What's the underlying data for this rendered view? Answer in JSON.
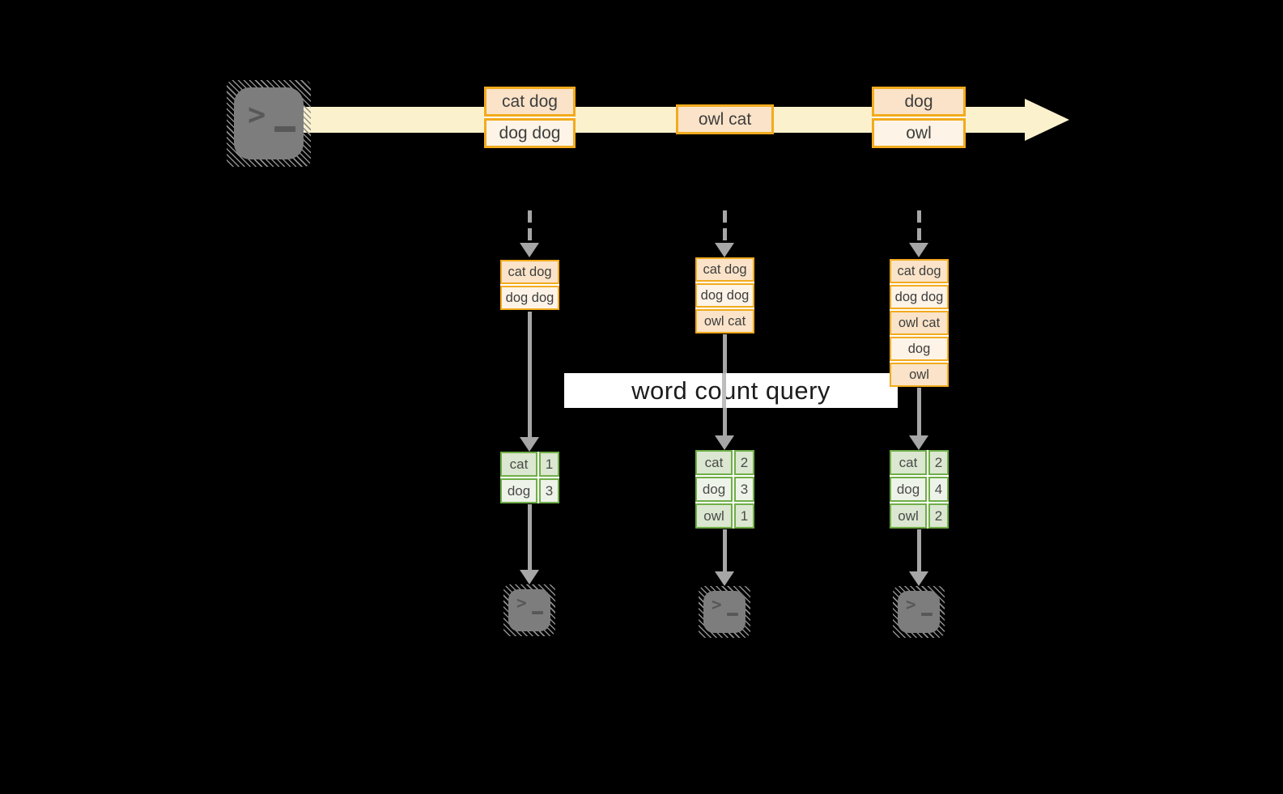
{
  "query_label": "word count query",
  "icons": {
    "terminal_prompt": ">"
  },
  "colors": {
    "accent_orange": "#f2ab1d",
    "accent_green": "#6fae47",
    "timeline_cream": "#fcf1cd",
    "arrow_grey": "#a6a6a6",
    "peach_dark": "#fae3c8",
    "peach_light": "#fdf3e6",
    "green_cell_dark": "#dbe7d0",
    "green_cell_light": "#eef3e9"
  },
  "timeline": {
    "batches": [
      {
        "rows": [
          "cat dog",
          "dog dog"
        ]
      },
      {
        "rows": [
          "owl cat"
        ]
      },
      {
        "rows": [
          "dog",
          "owl"
        ]
      }
    ]
  },
  "columns": [
    {
      "input_rows": [
        "cat dog",
        "dog dog"
      ],
      "counts": [
        {
          "word": "cat",
          "count": "1"
        },
        {
          "word": "dog",
          "count": "3"
        }
      ]
    },
    {
      "input_rows": [
        "cat dog",
        "dog dog",
        "owl cat"
      ],
      "counts": [
        {
          "word": "cat",
          "count": "2"
        },
        {
          "word": "dog",
          "count": "3"
        },
        {
          "word": "owl",
          "count": "1"
        }
      ]
    },
    {
      "input_rows": [
        "cat dog",
        "dog dog",
        "owl cat",
        "dog",
        "owl"
      ],
      "counts": [
        {
          "word": "cat",
          "count": "2"
        },
        {
          "word": "dog",
          "count": "4"
        },
        {
          "word": "owl",
          "count": "2"
        }
      ]
    }
  ]
}
